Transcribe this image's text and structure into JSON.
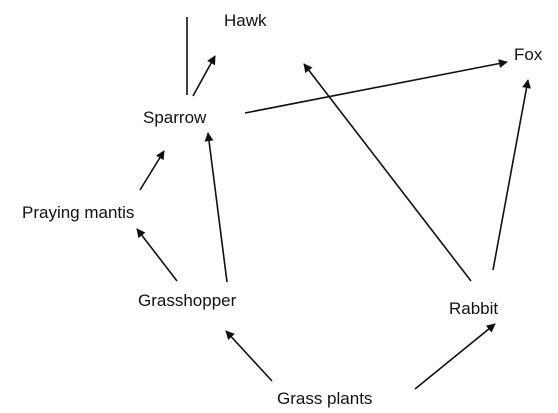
{
  "diagram": {
    "nodes": {
      "hawk": {
        "label": "Hawk"
      },
      "fox": {
        "label": "Fox"
      },
      "sparrow": {
        "label": "Sparrow"
      },
      "praying_mantis": {
        "label": "Praying mantis"
      },
      "grasshopper": {
        "label": "Grasshopper"
      },
      "rabbit": {
        "label": "Rabbit"
      },
      "grass_plants": {
        "label": "Grass plants"
      }
    },
    "edges": [
      {
        "from": "grass_plants",
        "to": "grasshopper"
      },
      {
        "from": "grass_plants",
        "to": "rabbit"
      },
      {
        "from": "grasshopper",
        "to": "praying_mantis"
      },
      {
        "from": "grasshopper",
        "to": "sparrow"
      },
      {
        "from": "praying_mantis",
        "to": "sparrow"
      },
      {
        "from": "sparrow",
        "to": "hawk"
      },
      {
        "from": "sparrow",
        "to": "fox"
      },
      {
        "from": "rabbit",
        "to": "hawk"
      },
      {
        "from": "rabbit",
        "to": "fox"
      }
    ]
  }
}
